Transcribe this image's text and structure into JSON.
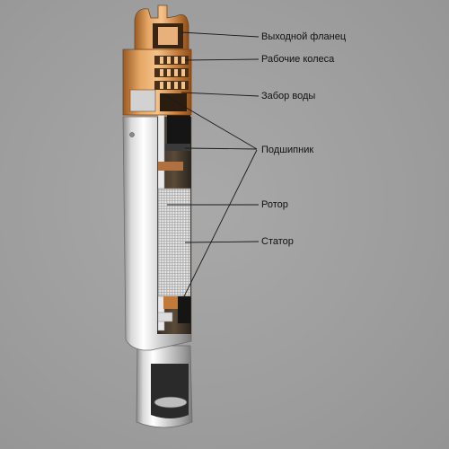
{
  "labels": {
    "outlet_flange": "Выходной фланец",
    "impellers": "Рабочие колеса",
    "water_intake": "Забор воды",
    "bearing": "Подшипник",
    "rotor": "Ротор",
    "stator": "Статор"
  },
  "colors": {
    "background": "#9d9d9d",
    "brass": "#d08c4a",
    "steel": "#e6e6e6",
    "leader_line": "#1a1a1a"
  }
}
